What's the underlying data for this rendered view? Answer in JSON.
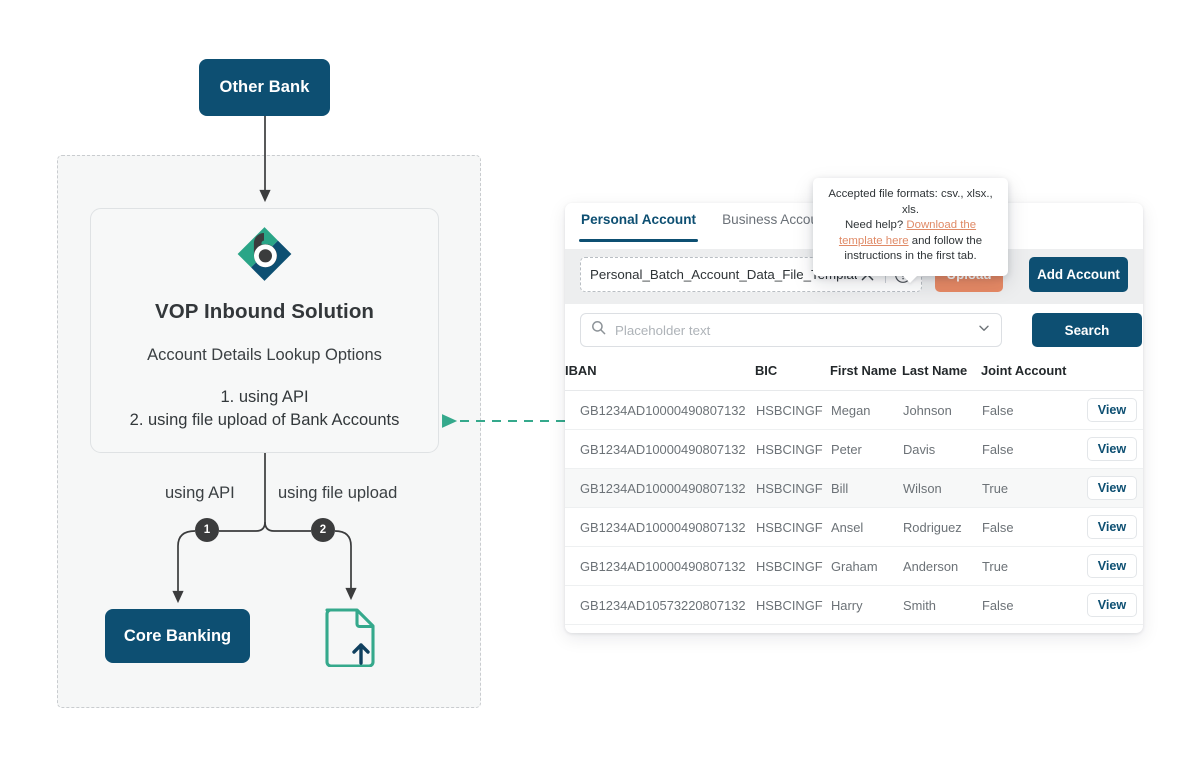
{
  "diagram": {
    "other_bank": "Other Bank",
    "vop": {
      "title": "VOP Inbound Solution",
      "subtitle": "Account Details Lookup Options",
      "option_1": "1. using API",
      "option_2": "2. using file upload of Bank Accounts"
    },
    "branch_label_api": "using API",
    "branch_label_file": "using file upload",
    "badge_1": "1",
    "badge_2": "2",
    "core_banking": "Core Banking",
    "icons": {
      "logo": "vop-brand-logo-icon",
      "file_upload": "file-upload-icon"
    },
    "colors": {
      "navy": "#0d4f72",
      "teal": "#34a88a",
      "dark": "#3b3c3d"
    }
  },
  "panel": {
    "tabs": [
      {
        "label": "Personal Account",
        "active": true
      },
      {
        "label": "Business Account",
        "active": false
      }
    ],
    "upload": {
      "file_name": "Personal_Batch_Account_Data_File_Template.csv",
      "clear_icon": "close-icon",
      "help_icon": "question-circle-icon",
      "upload_label": "Upload",
      "add_account_label": "Add Account",
      "upload_color": "#e88a65",
      "add_account_color": "#0d4f72"
    },
    "search": {
      "placeholder": "Placeholder text",
      "value": "",
      "search_icon": "search-icon",
      "chevron_icon": "chevron-down-icon",
      "button_label": "Search"
    },
    "table": {
      "columns": [
        "IBAN",
        "BIC",
        "First Name",
        "Last Name",
        "Joint Account",
        ""
      ],
      "action_label": "View",
      "rows": [
        {
          "iban": "GB1234AD10000490807132",
          "bic": "HSBCINGF",
          "first": "Megan",
          "last": "Johnson",
          "joint": "False",
          "action": "View",
          "highlight": false
        },
        {
          "iban": "GB1234AD10000490807132",
          "bic": "HSBCINGF",
          "first": "Peter",
          "last": "Davis",
          "joint": "False",
          "action": "View",
          "highlight": false
        },
        {
          "iban": "GB1234AD10000490807132",
          "bic": "HSBCINGF",
          "first": "Bill",
          "last": "Wilson",
          "joint": "True",
          "action": "View",
          "highlight": true
        },
        {
          "iban": "GB1234AD10000490807132",
          "bic": "HSBCINGF",
          "first": "Ansel",
          "last": "Rodriguez",
          "joint": "False",
          "action": "View",
          "highlight": false
        },
        {
          "iban": "GB1234AD10000490807132",
          "bic": "HSBCINGF",
          "first": "Graham",
          "last": "Anderson",
          "joint": "True",
          "action": "View",
          "highlight": false
        },
        {
          "iban": "GB1234AD10573220807132",
          "bic": "HSBCINGF",
          "first": "Harry",
          "last": "Smith",
          "joint": "False",
          "action": "View",
          "highlight": false
        }
      ]
    }
  },
  "tooltip": {
    "line1": "Accepted file formats: csv., xlsx., xls.",
    "line2_prefix": "Need help?",
    "link_text": "Download the template here",
    "line2_suffix": "and follow the instructions in the first tab.",
    "link_color": "#e08a66"
  }
}
